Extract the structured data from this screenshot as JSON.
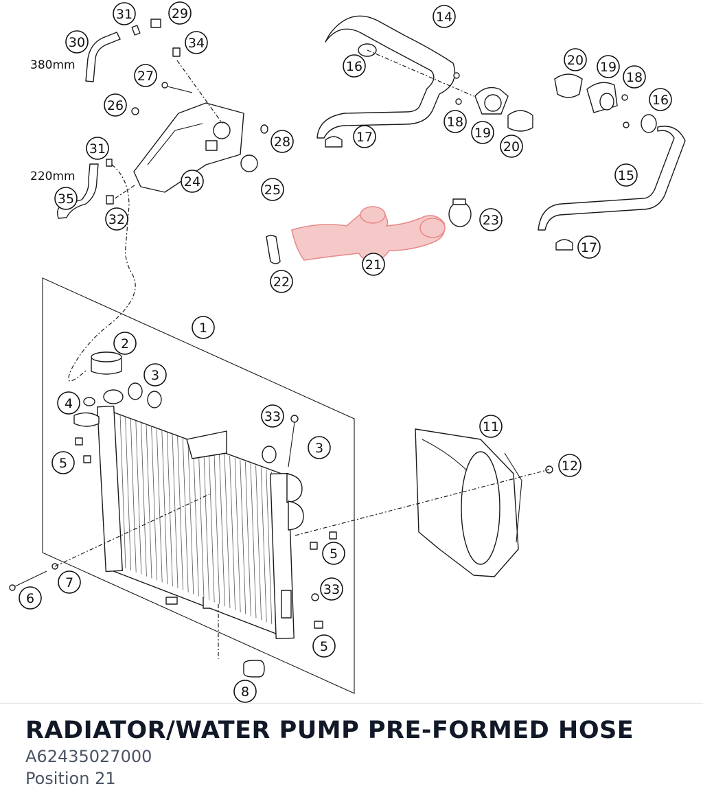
{
  "diagram": {
    "labels": [
      "1",
      "2",
      "3",
      "3",
      "4",
      "5",
      "5",
      "5",
      "6",
      "7",
      "8",
      "11",
      "12",
      "14",
      "15",
      "16",
      "16",
      "17",
      "17",
      "18",
      "18",
      "19",
      "19",
      "20",
      "20",
      "21",
      "22",
      "23",
      "24",
      "25",
      "26",
      "27",
      "28",
      "29",
      "30",
      "31",
      "31",
      "32",
      "33",
      "33",
      "34",
      "35"
    ],
    "highlighted_label": "21",
    "dimensions": {
      "hose_length_30": "380mm",
      "hose_length_35": "220mm"
    },
    "highlight_color": "#e88a8a"
  },
  "part": {
    "name": "RADIATOR/WATER PUMP PRE-FORMED HOSE",
    "number": "A62435027000",
    "position": "Position 21"
  }
}
